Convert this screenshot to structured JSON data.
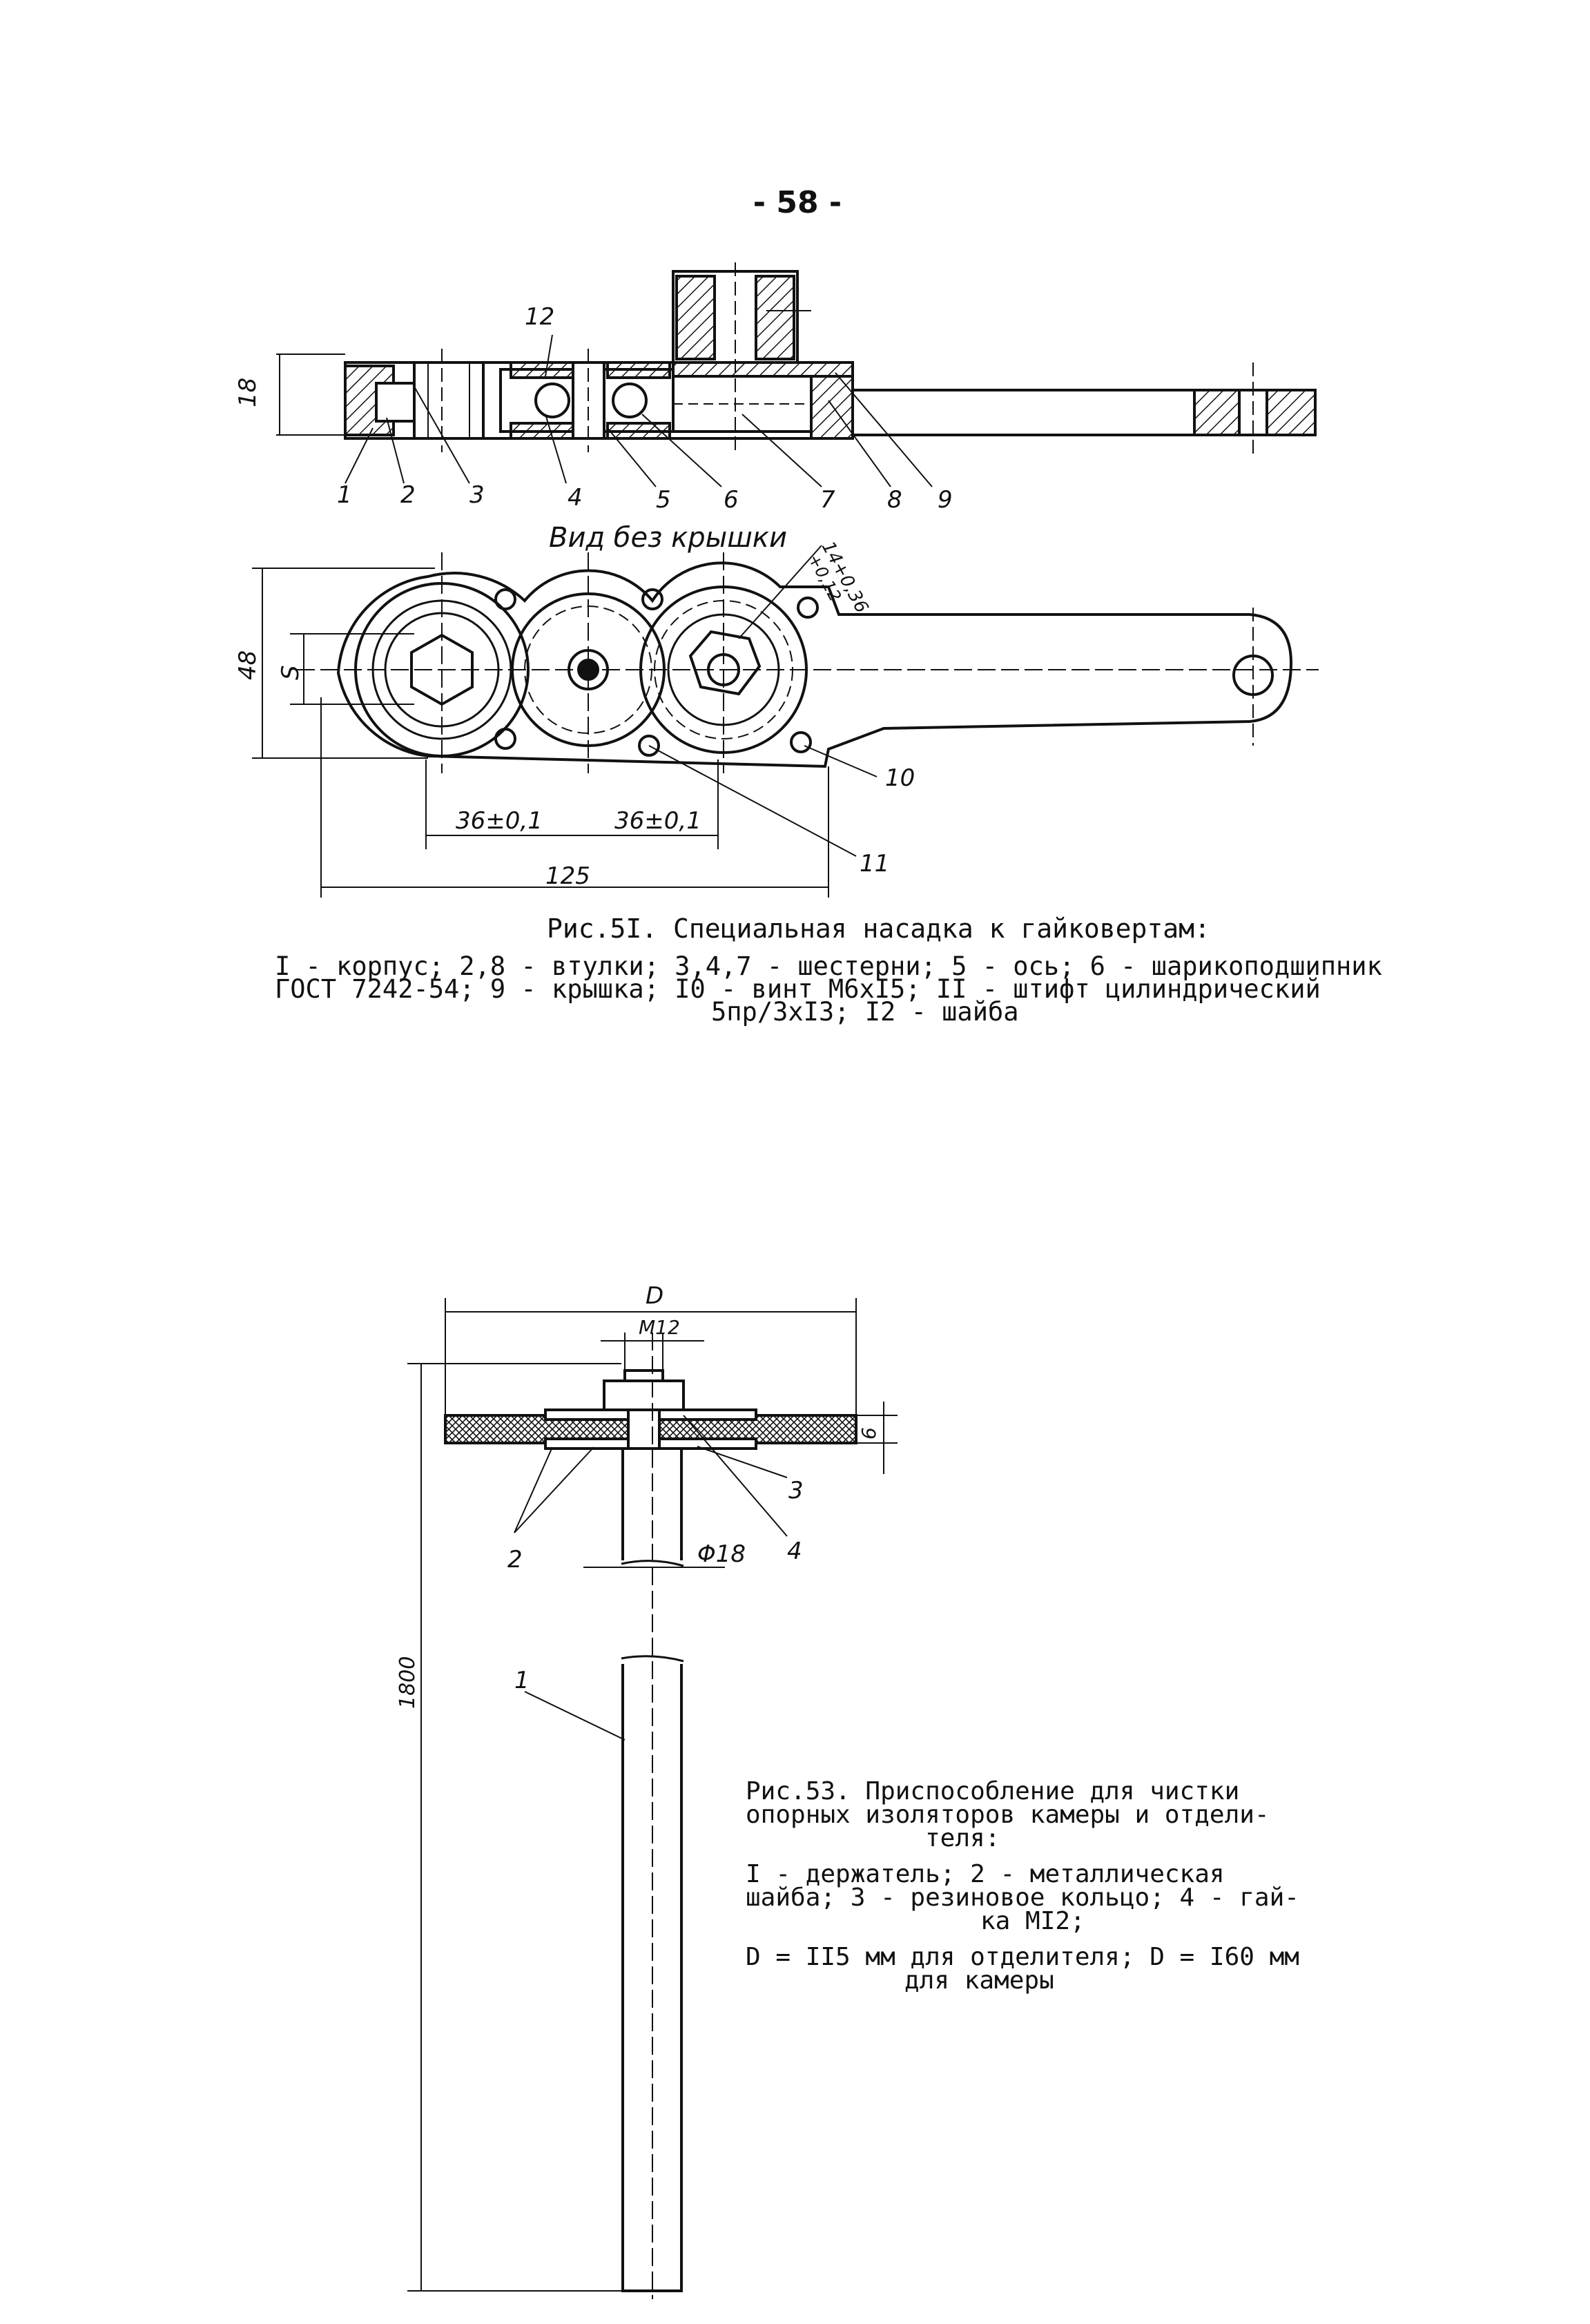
{
  "page": {
    "number": "- 58 -"
  },
  "figure51": {
    "view_label": "Вид без крышки",
    "part_numbers": [
      "1",
      "2",
      "3",
      "4",
      "5",
      "6",
      "7",
      "8",
      "9",
      "10",
      "11",
      "12"
    ],
    "dimensions": {
      "height_side": "18",
      "height_top": "48",
      "s": "S",
      "spacing_left": "36±0,1",
      "spacing_right": "36±0,1",
      "length": "125",
      "hex_tolerance_a": "14+0,36",
      "hex_tolerance_b": "+0,12"
    },
    "caption": {
      "title": "Рис.5I. Специальная насадка к гайковертам:",
      "line1": "I - корпус; 2,8 - втулки; 3,4,7 - шестерни; 5 - ось; 6 - шарикоподшипник",
      "line2": "ГОСТ 7242-54; 9 - крышка; I0 - винт М6хI5; II - штифт цилиндрический",
      "line3": "5пр/3хI3; I2 - шайба"
    }
  },
  "figure53": {
    "dimensions": {
      "d": "D",
      "thread": "M12",
      "thickness": "6",
      "diameter": "Φ18",
      "length": "1800"
    },
    "part_numbers": [
      "1",
      "2",
      "3",
      "4"
    ],
    "caption": {
      "title_line1": "Рис.53. Приспособление для чистки",
      "title_line2": "опорных изоляторов камеры и отдели-",
      "title_line3": "теля:",
      "legend_line1": "I - держатель; 2 - металлическая",
      "legend_line2": "шайба; 3 - резиновое кольцо; 4 - гай-",
      "legend_line3": "ка МI2;",
      "note_line1": "D = II5 мм для отделителя; D = I60 мм",
      "note_line2": "для камеры"
    }
  },
  "colors": {
    "ink": "#111111",
    "paper": "#ffffff"
  }
}
